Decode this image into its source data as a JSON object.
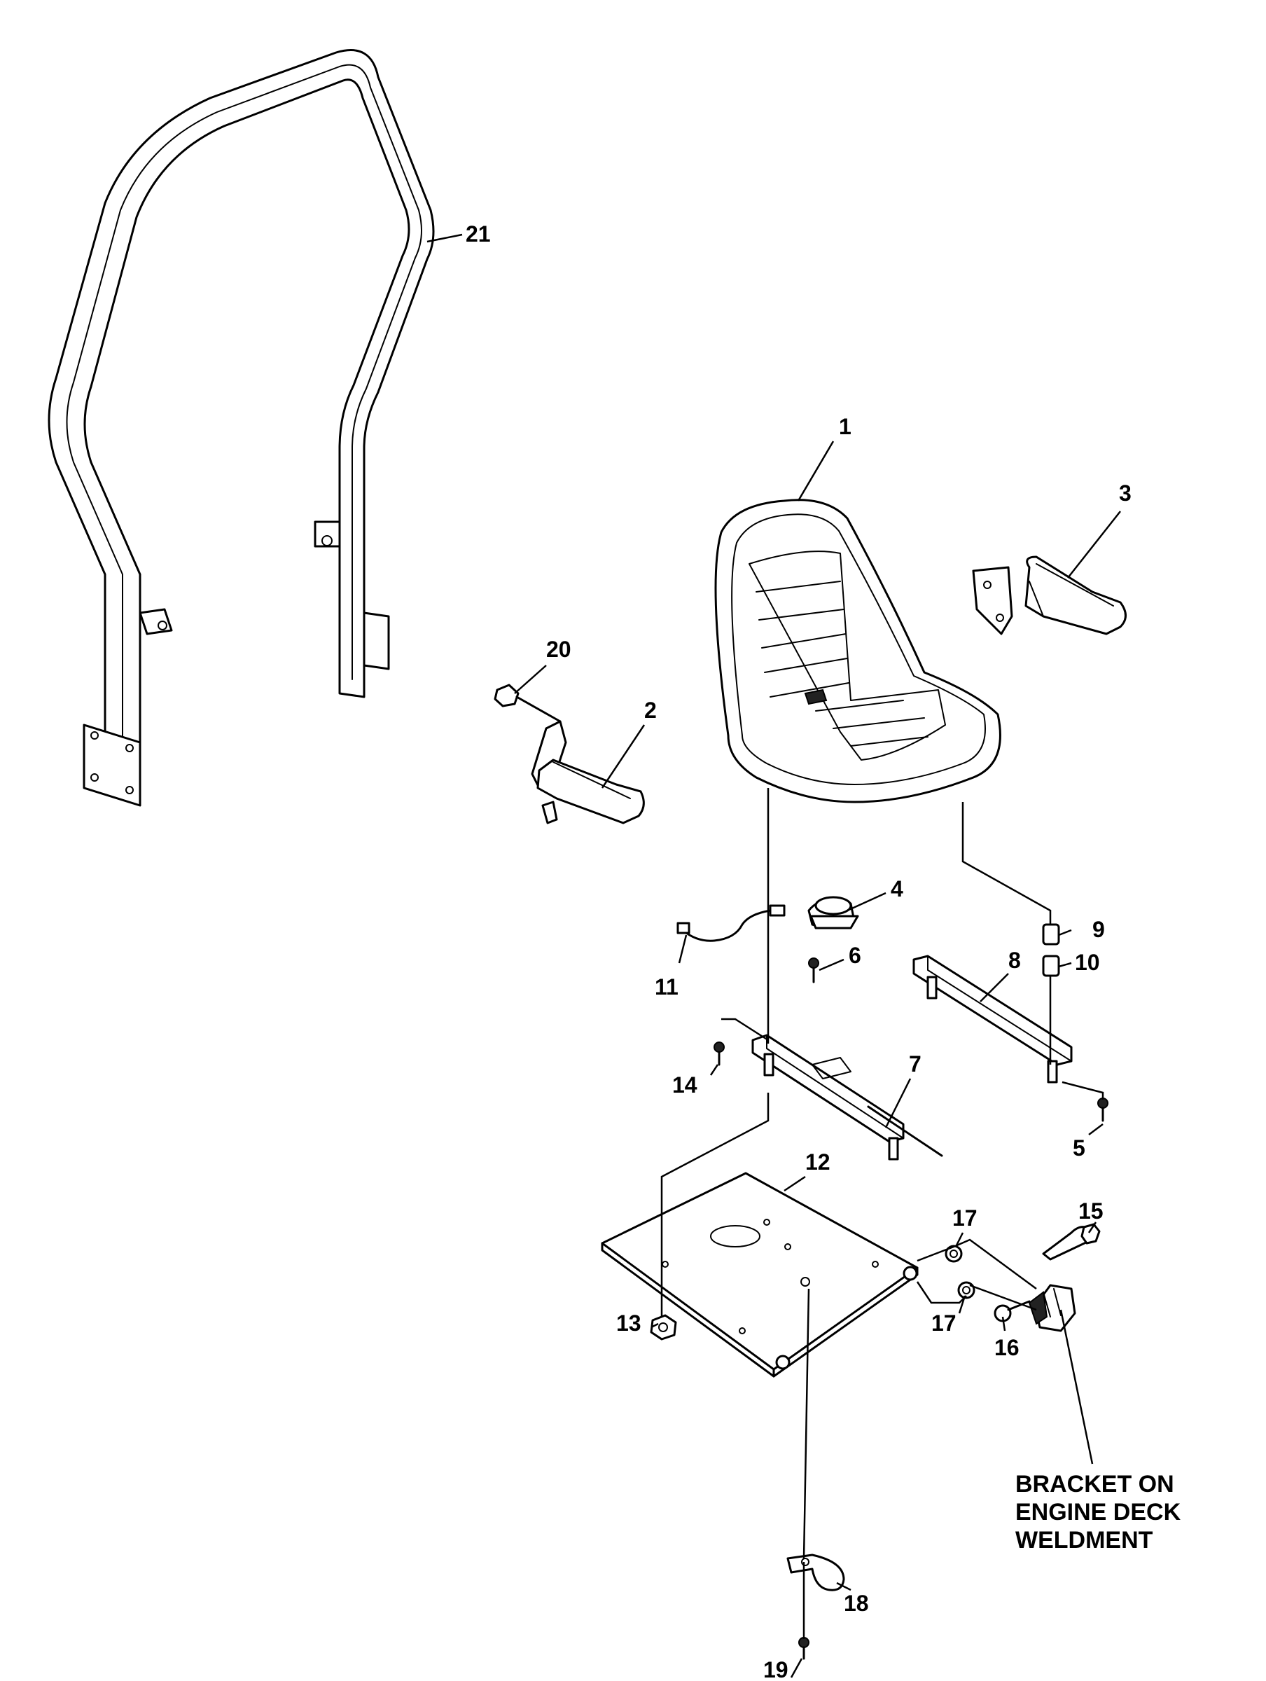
{
  "callouts": {
    "c1": "1",
    "c2": "2",
    "c3": "3",
    "c4": "4",
    "c5": "5",
    "c6": "6",
    "c7": "7",
    "c8": "8",
    "c9": "9",
    "c10": "10",
    "c11": "11",
    "c12": "12",
    "c13": "13",
    "c14": "14",
    "c15": "15",
    "c16": "16",
    "c17a": "17",
    "c17b": "17",
    "c18": "18",
    "c19": "19",
    "c20": "20",
    "c21": "21"
  },
  "note": {
    "line1": "BRACKET ON",
    "line2": "ENGINE DECK",
    "line3": "WELDMENT"
  }
}
